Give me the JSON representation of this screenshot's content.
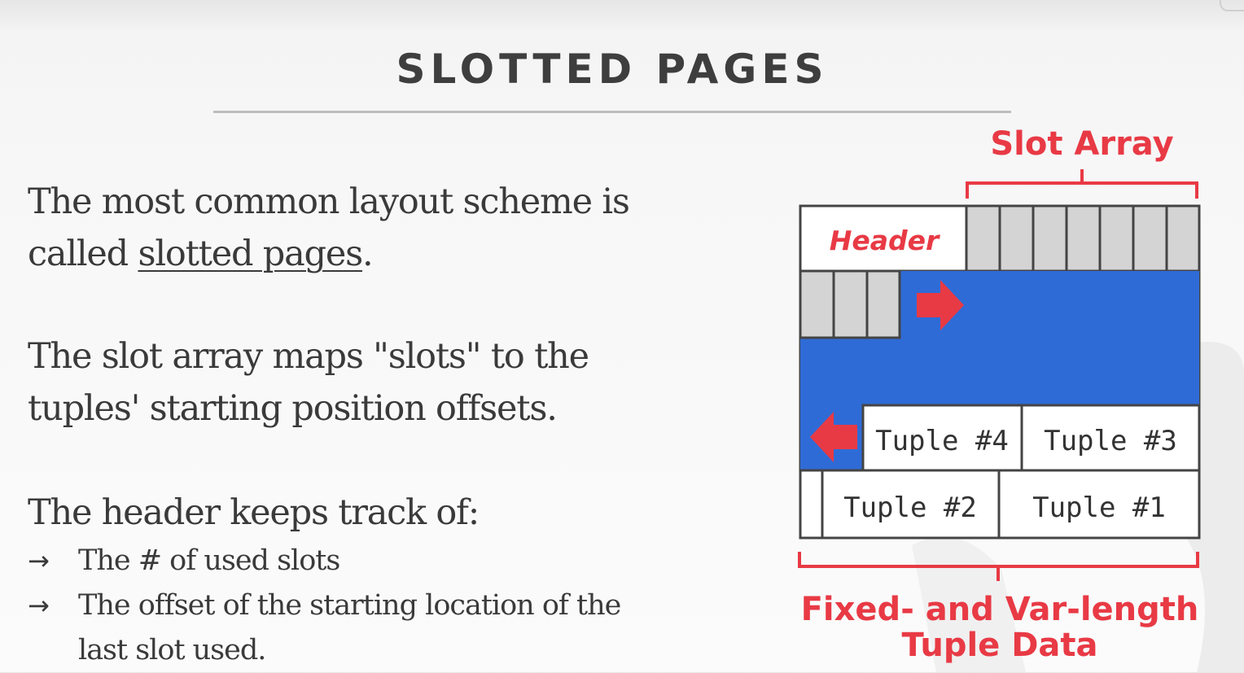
{
  "title": "SLOTTED PAGES",
  "paragraphs": {
    "p1_line1": "The most common layout scheme is",
    "p1_line2_prefix": "called ",
    "p1_link": "slotted pages",
    "p1_line2_suffix": ".",
    "p2_line1": "The slot array maps \"slots\" to the",
    "p2_line2": "tuples' starting position offsets.",
    "p3": "The header keeps track of:"
  },
  "bullets": {
    "marker": "→",
    "b1": "The # of used slots",
    "b2_line1": "The offset of the starting location of the",
    "b2_line2": "last slot used."
  },
  "diagram": {
    "slot_array_label": "Slot Array",
    "header_label": "Header",
    "tuples": [
      "Tuple #4",
      "Tuple #3",
      "Tuple #2",
      "Tuple #1"
    ],
    "data_label_line1": "Fixed- and Var-length",
    "data_label_line2": "Tuple Data",
    "colors": {
      "accent": "#e83a45",
      "free_space": "#2f6bd6",
      "slot": "#d4d4d4",
      "border": "#444444"
    }
  }
}
